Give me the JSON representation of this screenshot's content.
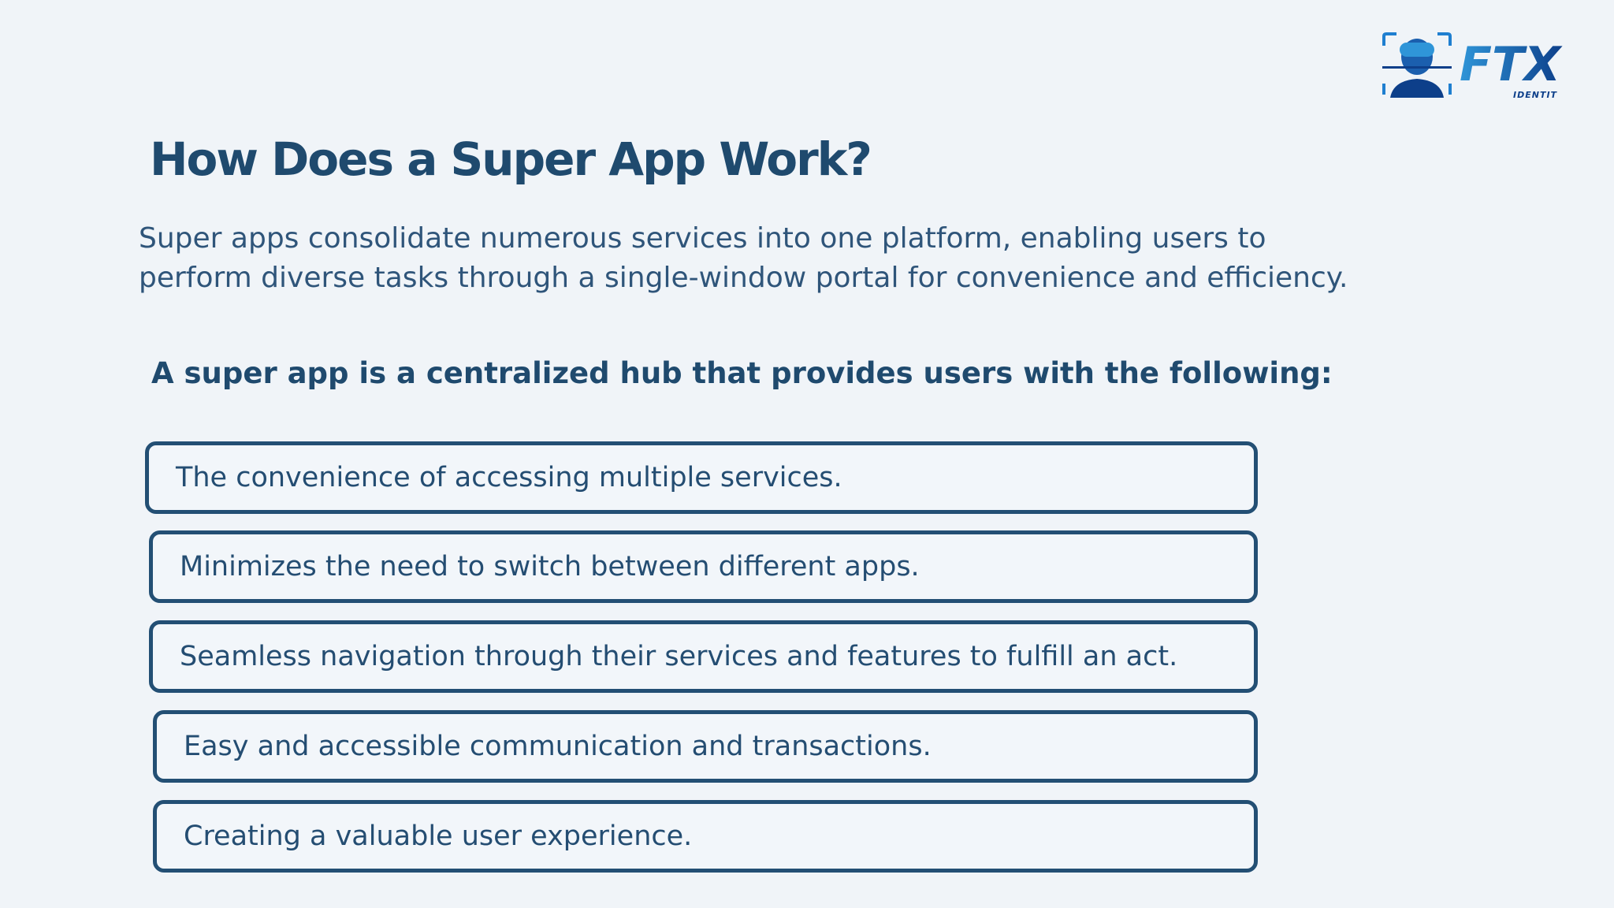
{
  "title": "How Does a Super App Work?",
  "intro": {
    "line1": "Super apps consolidate numerous services into one platform, enabling users to",
    "line2": "perform diverse tasks through a single-window portal for convenience and efficiency."
  },
  "subheading": "A super app is a centralized hub that provides users with the following:",
  "benefits": [
    "The convenience of accessing multiple services.",
    "Minimizes the need to switch between different apps.",
    "Seamless navigation through their services and features to fulfill an act.",
    "Easy and accessible communication and transactions.",
    "Creating a valuable user experience."
  ],
  "logo": {
    "text": "FTX",
    "subtext": "IDENTIT",
    "icon": "face-scan-icon",
    "colors": {
      "primary": "#1565c0",
      "light": "#2f95d8",
      "dark": "#0d3f8a"
    }
  },
  "colors": {
    "background": "#f0f4f8",
    "heading": "#1f4a6e",
    "border": "#234f74"
  }
}
